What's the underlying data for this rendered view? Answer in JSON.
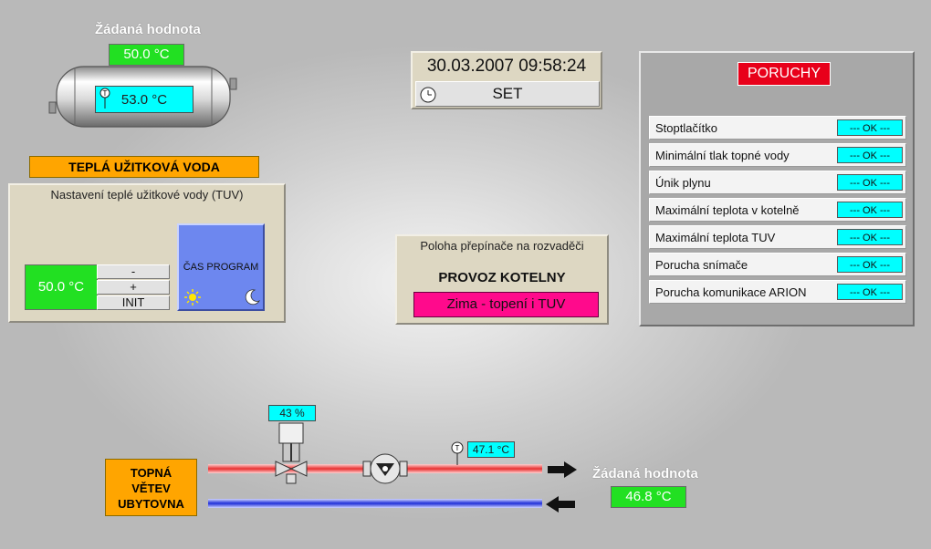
{
  "tank": {
    "setpoint_label": "Žádaná hodnota",
    "setpoint_value": "50.0 °C",
    "current_temp": "53.0 °C",
    "thermo_symbol": "T"
  },
  "tuv": {
    "title": "TEPLÁ UŽITKOVÁ VODA",
    "panel_title": "Nastavení teplé užitkové vody (TUV)",
    "value": "50.0 °C",
    "minus_label": "-",
    "plus_label": "+",
    "init_label": "INIT",
    "program_label": "ČAS PROGRAM"
  },
  "clock": {
    "datetime": "30.03.2007 09:58:24",
    "set_label": "SET"
  },
  "switch_panel": {
    "title": "Poloha přepínače na rozvaděči",
    "mode_label": "PROVOZ KOTELNY",
    "mode_value": "Zima - topení i TUV"
  },
  "faults": {
    "title": "PORUCHY",
    "items": [
      {
        "name": "Stoptlačítko",
        "status": "--- OK ---"
      },
      {
        "name": "Minimální tlak topné vody",
        "status": "--- OK ---"
      },
      {
        "name": "Únik plynu",
        "status": "--- OK ---"
      },
      {
        "name": "Maximální teplota v kotelně",
        "status": "--- OK ---"
      },
      {
        "name": "Maximální teplota TUV",
        "status": "--- OK ---"
      },
      {
        "name": "Porucha snímače",
        "status": "--- OK ---"
      },
      {
        "name": "Porucha komunikace ARION",
        "status": "--- OK ---"
      }
    ]
  },
  "branch": {
    "title_line1": "TOPNÁ",
    "title_line2": "VĚTEV",
    "title_line3": "UBYTOVNA",
    "valve_percent": "43 %",
    "pipe_temp": "47.1 °C",
    "setpoint_label": "Žádaná hodnota",
    "setpoint_value": "46.8 °C"
  },
  "colors": {
    "green_value": "#22e022",
    "cyan_value": "#00ffff",
    "orange_label": "#ffa500",
    "fault_red": "#e8001a",
    "mode_magenta": "#ff0a8c",
    "program_blue": "#6d87ef",
    "hot_pipe": "#e83030",
    "cold_pipe": "#2030d8"
  }
}
